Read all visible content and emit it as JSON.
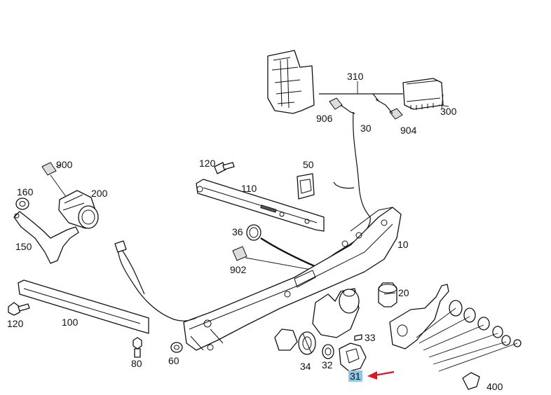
{
  "diagram": {
    "labels": {
      "p310": "310",
      "p300": "300",
      "p906": "906",
      "p30": "30",
      "p904": "904",
      "p900": "900",
      "p200": "200",
      "p160": "160",
      "p150": "150",
      "p120a": "120",
      "p110": "110",
      "p50": "50",
      "p36": "36",
      "p10": "10",
      "p902": "902",
      "p20": "20",
      "p120b": "120",
      "p100": "100",
      "p80": "80",
      "p60": "60",
      "p34": "34",
      "p32": "32",
      "p33": "33",
      "p31": "31",
      "p400": "400"
    },
    "highlighted_label": "31",
    "highlight_color": "#8cc7e6",
    "arrow_color": "#e0141e"
  }
}
